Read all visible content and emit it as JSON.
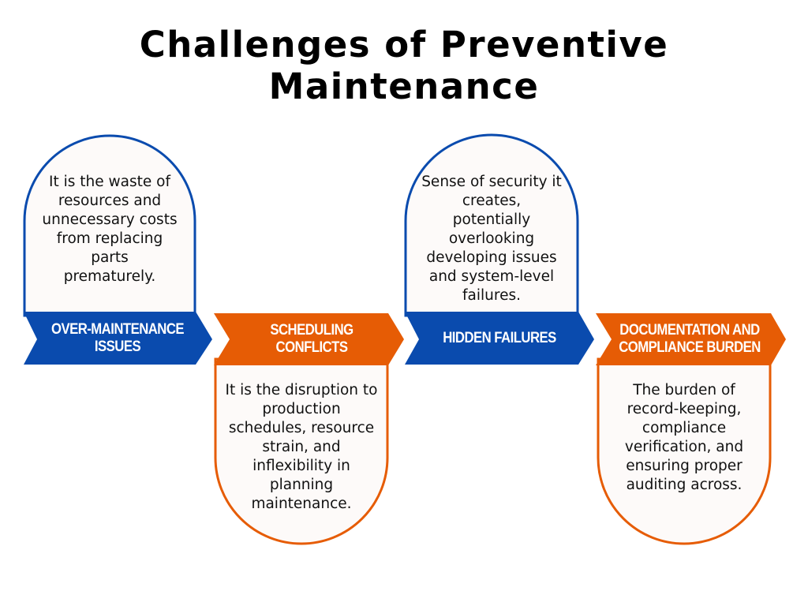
{
  "title": "Challenges of Preventive Maintenance",
  "colors": {
    "blue": "#0A4BAE",
    "orange": "#E65C05",
    "card_fill": "#FDFAF9",
    "text": "#111111"
  },
  "steps": [
    {
      "label": "OVER-MAINTENANCE\nISSUES",
      "description": "It is the waste of\nresources and\nunnecessary costs\nfrom replacing\nparts\nprematurely.",
      "color": "blue",
      "card_position": "above"
    },
    {
      "label": "SCHEDULING CONFLICTS",
      "description": "It is the disruption to\nproduction\nschedules, resource\nstrain, and\ninflexibility in\nplanning\nmaintenance.",
      "color": "orange",
      "card_position": "below"
    },
    {
      "label": "HIDDEN FAILURES",
      "description": "Sense of security it\ncreates,\npotentially\noverlooking\ndeveloping issues\nand system-level\nfailures.",
      "color": "blue",
      "card_position": "above"
    },
    {
      "label": "DOCUMENTATION AND\nCOMPLIANCE BURDEN",
      "description": "The burden of\nrecord-keeping,\ncompliance\nverification, and\nensuring proper\nauditing across.",
      "color": "orange",
      "card_position": "below"
    }
  ]
}
